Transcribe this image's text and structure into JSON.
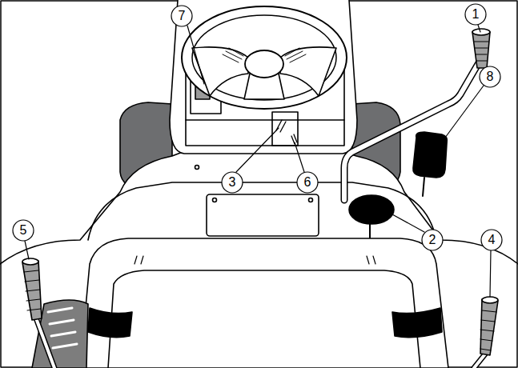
{
  "diagram": {
    "labels": [
      "7",
      "1",
      "8",
      "3",
      "6",
      "2",
      "5",
      "4"
    ]
  }
}
